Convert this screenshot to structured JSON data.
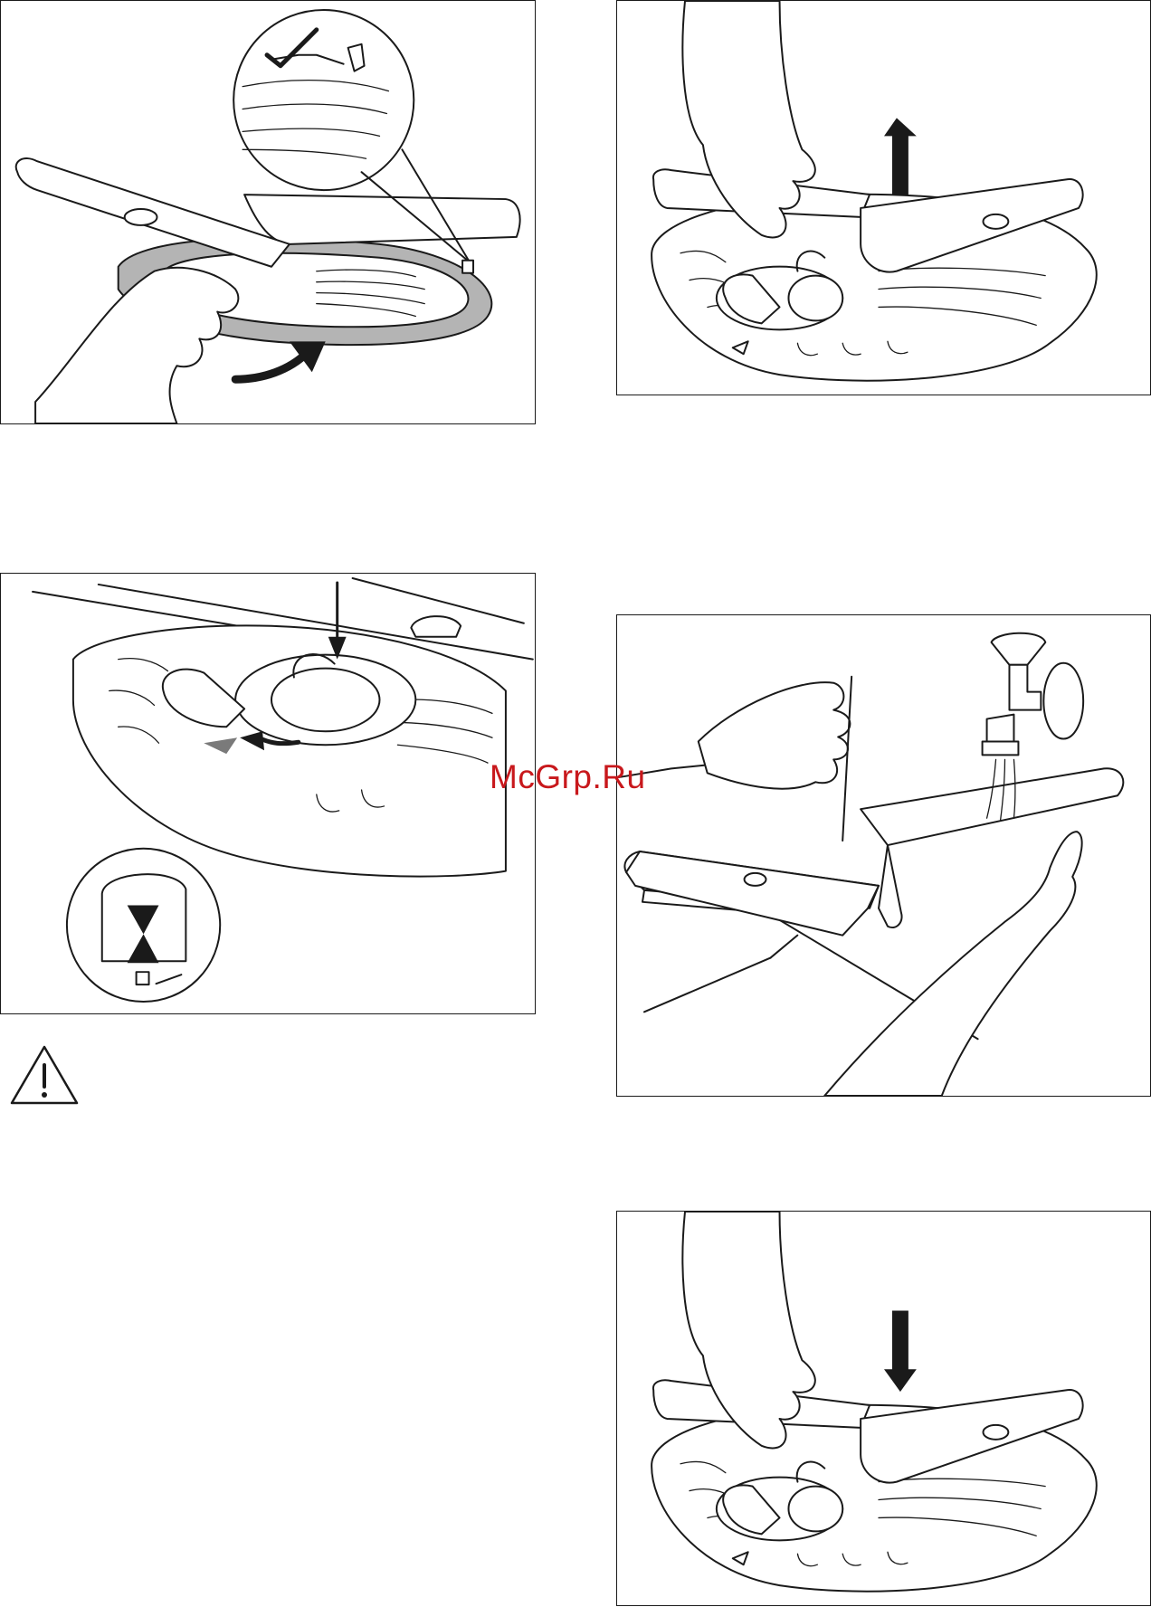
{
  "watermark": {
    "text": "McGrp.Ru",
    "color": "#c8181c"
  },
  "panels": [
    {
      "id": "filter-removal-rotate",
      "icons": [
        "check-icon",
        "curved-arrow-icon"
      ]
    },
    {
      "id": "spray-arm-lift",
      "icons": [
        "up-arrow-icon"
      ]
    },
    {
      "id": "filter-insert-lock",
      "icons": [
        "down-arrow-icon",
        "left-arrow-icon",
        "triangle-marker-icon",
        "lock-symbol-icon"
      ]
    },
    {
      "id": "spray-arm-clean",
      "icons": [
        "needle-icon",
        "water-tap-icon"
      ]
    },
    {
      "id": "spray-arm-refit",
      "icons": [
        "down-arrow-icon"
      ]
    }
  ],
  "warning": {
    "icon": "warning-triangle-icon"
  },
  "colors": {
    "line": "#1a1a1a",
    "fill_gray": "#b4b4b4",
    "background": "#ffffff"
  }
}
